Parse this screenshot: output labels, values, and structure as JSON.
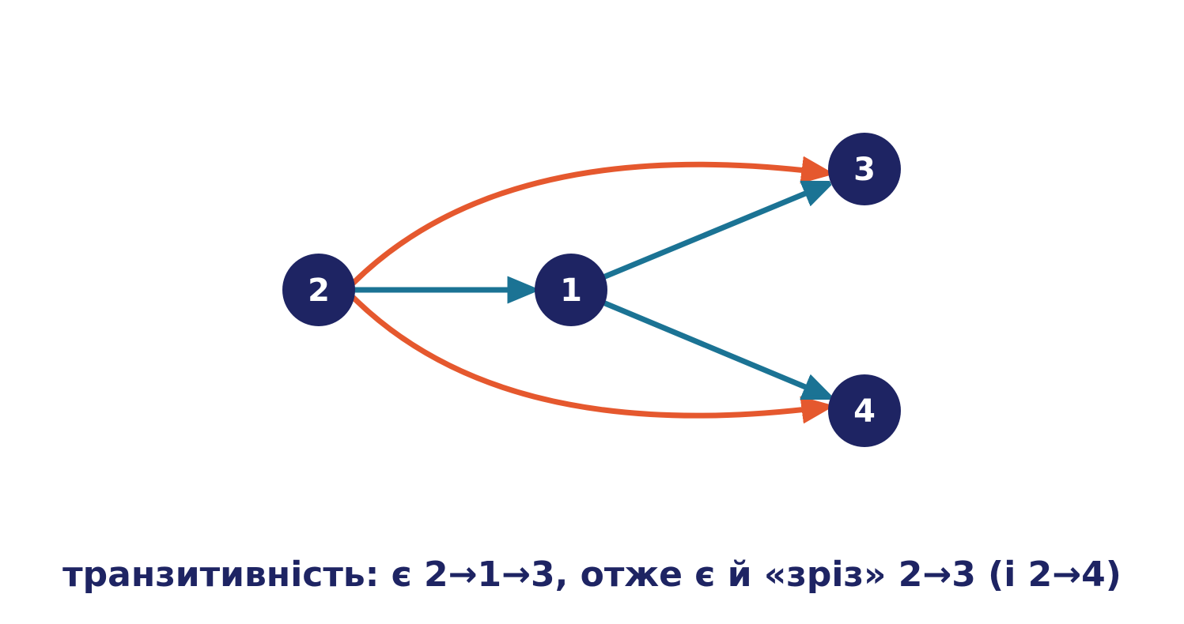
{
  "colors": {
    "node_fill": "#1e2463",
    "node_text": "#ffffff",
    "direct_edge": "#1b7394",
    "transitive_edge": "#e5582e",
    "caption_text": "#1e2463",
    "background": "#ffffff"
  },
  "nodes": [
    {
      "id": "2",
      "label": "2"
    },
    {
      "id": "1",
      "label": "1"
    },
    {
      "id": "3",
      "label": "3"
    },
    {
      "id": "4",
      "label": "4"
    }
  ],
  "edges": [
    {
      "from": "2",
      "to": "1",
      "kind": "direct"
    },
    {
      "from": "1",
      "to": "3",
      "kind": "direct"
    },
    {
      "from": "1",
      "to": "4",
      "kind": "direct"
    },
    {
      "from": "2",
      "to": "3",
      "kind": "transitive"
    },
    {
      "from": "2",
      "to": "4",
      "kind": "transitive"
    }
  ],
  "caption": "транзитивність: є 2→1→3, отже є й «зріз» 2→3 (і 2→4)"
}
